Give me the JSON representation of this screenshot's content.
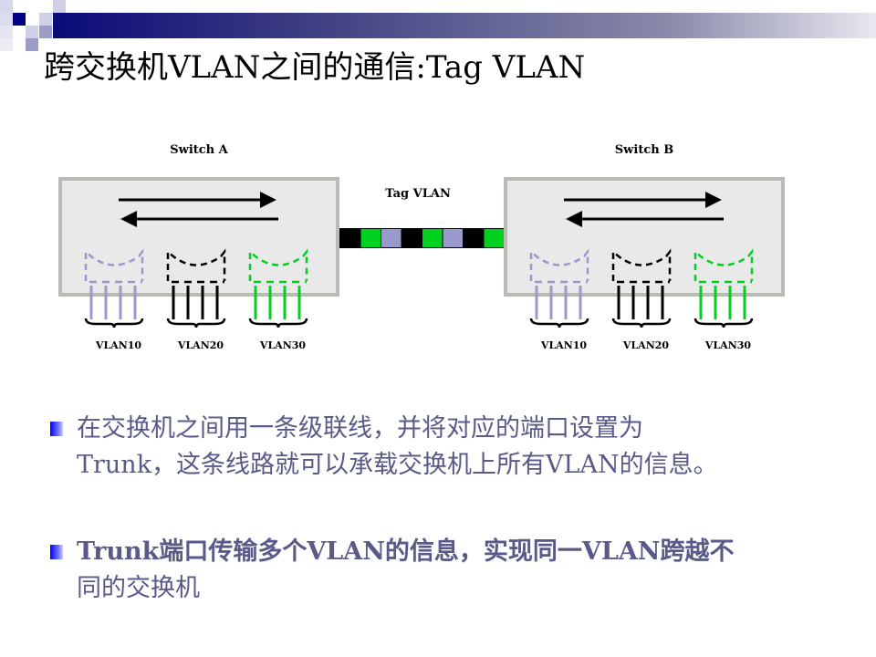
{
  "title": "跨交换机VLAN之间的通信:Tag VLAN",
  "colors": {
    "vlan10": "#9999cc",
    "vlan20": "#000000",
    "vlan30": "#00d020",
    "switch_fill": "#e8e9e8",
    "switch_border": "#b8bcb4",
    "text": "#5a5a8a"
  },
  "diagram": {
    "trunk_label": "Tag VLAN",
    "trunk_frames": [
      "vlan20",
      "vlan30",
      "vlan10",
      "vlan20",
      "vlan30",
      "vlan10",
      "vlan20",
      "vlan30"
    ],
    "switches": [
      {
        "name": "Switch A",
        "vlans": [
          "VLAN10",
          "VLAN20",
          "VLAN30"
        ]
      },
      {
        "name": "Switch B",
        "vlans": [
          "VLAN10",
          "VLAN20",
          "VLAN30"
        ]
      }
    ]
  },
  "bullets": [
    {
      "line1": "在交换机之间用一条级联线，并将对应的端口设置为",
      "line2": "Trunk，这条线路就可以承载交换机上所有VLAN的信息。"
    },
    {
      "line1": "Trunk端口传输多个VLAN的信息，实现同一VLAN跨越不",
      "line2": "同的交换机"
    }
  ]
}
